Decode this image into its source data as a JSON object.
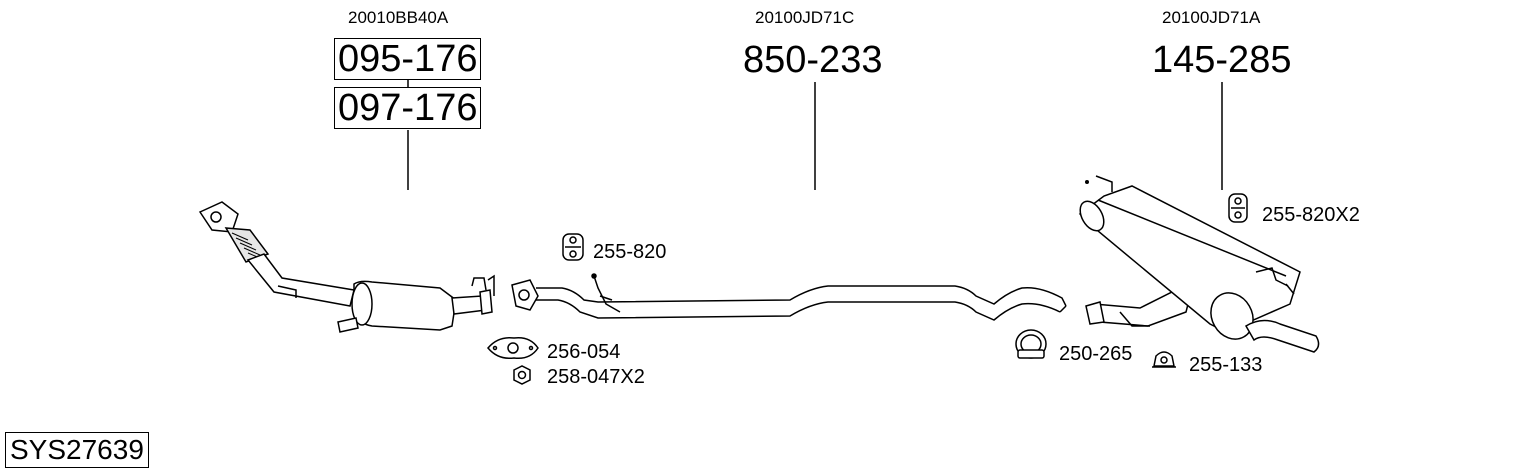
{
  "oem_numbers": {
    "front": "20010BB40A",
    "middle": "20100JD71C",
    "rear": "20100JD71A"
  },
  "part_numbers": {
    "catalyst_primary": "095-176",
    "catalyst_alt": "097-176",
    "middle_pipe": "850-233",
    "rear_silencer": "145-285"
  },
  "accessories": {
    "hanger_a": "255-820",
    "gasket": "256-054",
    "nut": "258-047X2",
    "clamp": "250-265",
    "mount": "255-133",
    "hanger_b": "255-820X2"
  },
  "system_id": "SYS27639",
  "colors": {
    "line": "#000000",
    "background": "#ffffff",
    "fill": "#ffffff",
    "shade": "#d8d8d8"
  }
}
